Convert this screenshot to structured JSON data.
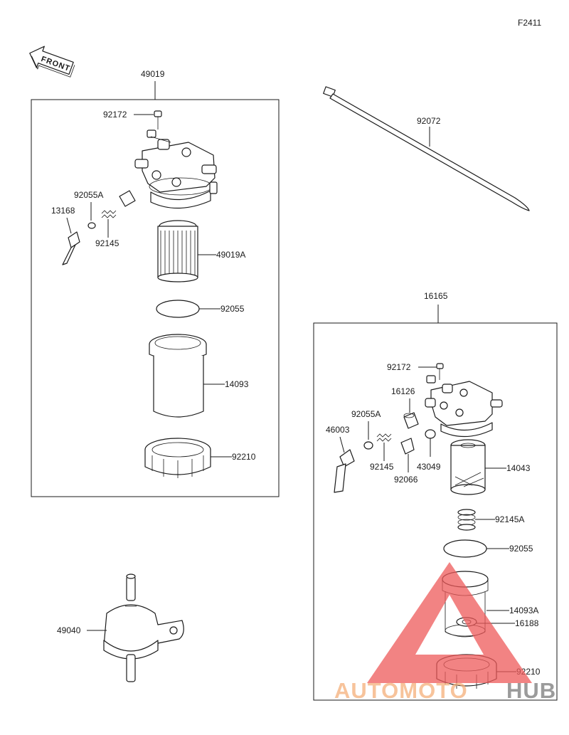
{
  "figure_code": "F2411",
  "front_label": "FRONT",
  "assemblies": {
    "left": "49019",
    "right": "16165"
  },
  "callouts": {
    "tie": "92072",
    "l_bolt": "92172",
    "l_oring_small": "92055A",
    "l_lever": "13168",
    "l_spring": "92145",
    "l_filter": "49019A",
    "l_gasket": "92055",
    "l_bowl": "14093",
    "l_ring": "92210",
    "inline_filter": "49040",
    "r_bolt": "92172",
    "r_cap": "16126",
    "r_oring_small": "92055A",
    "r_lever": "46003",
    "r_spring": "92145",
    "r_washer": "43049",
    "r_plug": "92066",
    "r_filter": "14043",
    "r_spring_a": "92145A",
    "r_gasket": "92055",
    "r_bowl": "14093A",
    "r_float": "16188",
    "r_ring": "92210"
  },
  "watermark": {
    "word_a": "AUTOMOTO",
    "word_b": "HUB",
    "color_a": "#f5b07a",
    "color_b": "#7a7a7a",
    "triangle_color": "#ee5a5a"
  }
}
